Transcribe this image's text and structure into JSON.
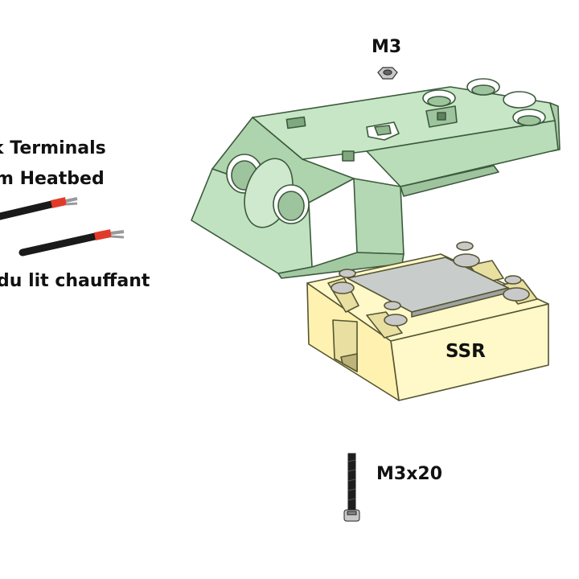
{
  "labels": {
    "m3_nut": "M3",
    "wires_line1": "k Terminals",
    "wires_line2": "m Heatbed",
    "wires_line3": "du lit chauffant",
    "ssr": "SSR",
    "screw": "M3x20"
  },
  "colors": {
    "housing": "#c6e6c6",
    "housing_dark": "#9ec49e",
    "ssr_body": "#fff8c8",
    "ssr_shade": "#e8dfa0",
    "ssr_plate": "#c8cdcc",
    "wire_red": "#e23a2a",
    "wire_black": "#1a1a1a",
    "hardware_metal": "#c9c9c9"
  },
  "icons": [
    "nut-icon",
    "screw-icon",
    "wire-icon",
    "ssr-icon",
    "housing-icon"
  ]
}
